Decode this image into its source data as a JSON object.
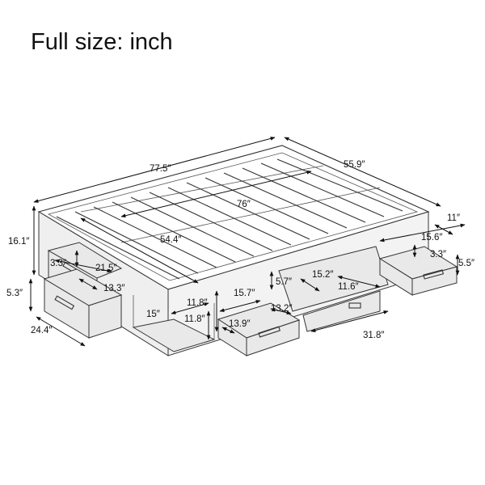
{
  "title": "Full size: inch",
  "dimensions": {
    "overall_length": "77.5″",
    "overall_width": "55.9″",
    "inner_length": "76″",
    "slat_area": "54.4″",
    "height": "16.1″",
    "side_drawer_depth": "21.5″",
    "side_drawer_height_small": "3.3″",
    "side_drawer_width": "13.3″",
    "drawer_height_left": "5.3″",
    "drawer_length_left": "24.4″",
    "foot_depth": "15″",
    "compartment_height_a": "11.8″",
    "compartment_height_b": "11.8″",
    "front_compartment_width": "15.7″",
    "slot_height": "5.7″",
    "front_drawer_width": "13.2″",
    "front_drawer_depth": "13.9″",
    "center_depth": "15.2″",
    "hinge_span": "11.6″",
    "storage_length": "31.8″",
    "right_drawer_offset": "11″",
    "right_drawer_width": "15.6″",
    "right_drawer_height_small": "3.3″",
    "right_drawer_height": "5.5″"
  }
}
